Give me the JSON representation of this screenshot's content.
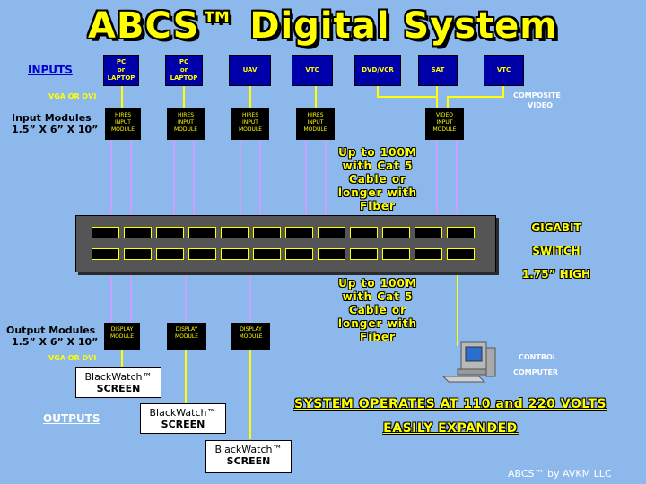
{
  "title": "ABCS™ Digital System",
  "inputs_label": "INPUTS",
  "outputs_label": "OUTPUTS",
  "sources": [
    {
      "line1": "PC",
      "line2": "or",
      "line3": "LAPTOP"
    },
    {
      "line1": "PC",
      "line2": "or",
      "line3": "LAPTOP"
    },
    {
      "line1": "UAV",
      "line2": "",
      "line3": ""
    },
    {
      "line1": "VTC",
      "line2": "",
      "line3": ""
    },
    {
      "line1": "DVD/VCR",
      "line2": "",
      "line3": ""
    },
    {
      "line1": "SAT",
      "line2": "",
      "line3": ""
    },
    {
      "line1": "VTC",
      "line2": "",
      "line3": ""
    }
  ],
  "vga_dvi_top": "VGA OR DVI",
  "vga_dvi_bottom": "VGA OR DVI",
  "composite_video": {
    "line1": "COMPOSITE",
    "line2": "VIDEO"
  },
  "input_modules_label": {
    "line1": "Input Modules",
    "line2": "1.5” X 6” X 10”"
  },
  "output_modules_label": {
    "line1": "Output Modules",
    "line2": "1.5” X 6” X 10”"
  },
  "input_modules": [
    {
      "line1": "HIRES",
      "line2": "INPUT",
      "line3": "MODULE"
    },
    {
      "line1": "HIRES",
      "line2": "INPUT",
      "line3": "MODULE"
    },
    {
      "line1": "HIRES",
      "line2": "INPUT",
      "line3": "MODULE"
    },
    {
      "line1": "HIRES",
      "line2": "INPUT",
      "line3": "MODULE"
    },
    {
      "line1": "VIDEO",
      "line2": "INPUT",
      "line3": "MODULE"
    }
  ],
  "output_modules": [
    {
      "line1": "DISPLAY",
      "line2": "MODULE"
    },
    {
      "line1": "DISPLAY",
      "line2": "MODULE"
    },
    {
      "line1": "DISPLAY",
      "line2": "MODULE"
    }
  ],
  "cable_note_top": [
    "Up to 100M",
    "with Cat 5",
    "Cable or",
    "longer with",
    "Fiber"
  ],
  "cable_note_bottom": [
    "Up to 100M",
    "with Cat 5",
    "Cable or",
    "longer with",
    "Fiber"
  ],
  "switch_label": [
    "GIGABIT",
    "SWITCH",
    "1.75” HIGH"
  ],
  "control_computer": {
    "line1": "CONTROL",
    "line2": "COMPUTER"
  },
  "screens": [
    {
      "brand": "BlackWatch™",
      "label": "SCREEN"
    },
    {
      "brand": "BlackWatch™",
      "label": "SCREEN"
    },
    {
      "brand": "BlackWatch™",
      "label": "SCREEN"
    }
  ],
  "notes": [
    "SYSTEM OPERATES AT 110 and 220 VOLTS",
    "EASILY EXPANDED"
  ],
  "credit": "ABCS™ by AVKM LLC",
  "colors": {
    "background": "#8db8ec",
    "source_box": "#0000aa",
    "module": "#000000",
    "switch": "#555555",
    "yellow_line": "#ffff00",
    "purple_line": "#c8a0ff",
    "accent_text": "#ffff00"
  }
}
